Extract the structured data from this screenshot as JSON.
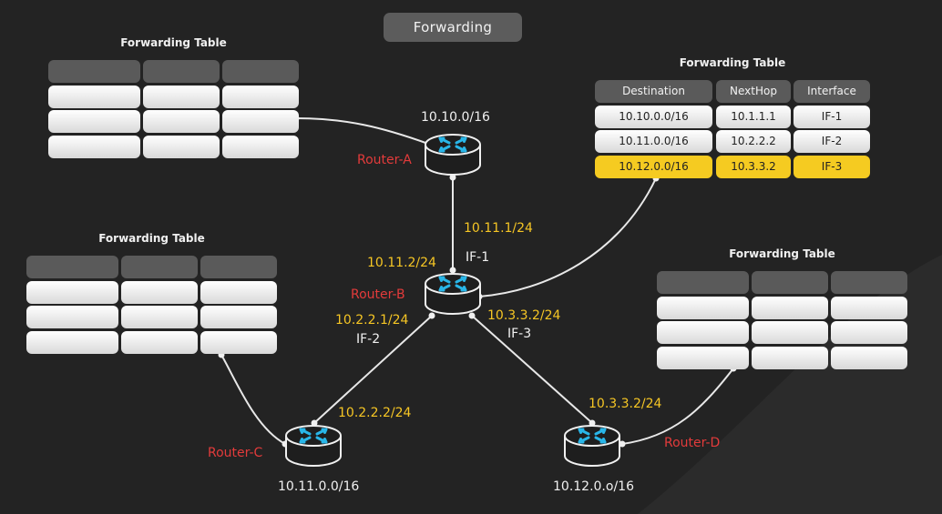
{
  "title": "Forwarding",
  "colors": {
    "accent": "#f6c624",
    "router_name": "#e33b3b",
    "icon": "#29b6e8"
  },
  "tables": {
    "a": {
      "title": "Forwarding Table"
    },
    "b": {
      "title": "Forwarding Table",
      "headers": [
        "Destination",
        "NextHop",
        "Interface"
      ],
      "rows": [
        [
          "10.10.0.0/16",
          "10.1.1.1",
          "IF-1"
        ],
        [
          "10.11.0.0/16",
          "10.2.2.2",
          "IF-2"
        ],
        [
          "10.12.0.0/16",
          "10.3.3.2",
          "IF-3"
        ]
      ],
      "highlighted_row": 3
    },
    "c": {
      "title": "Forwarding Table"
    },
    "d": {
      "title": "Forwarding Table"
    }
  },
  "routers": {
    "a": {
      "name": "Router-A",
      "network": "10.10.0/16"
    },
    "b": {
      "name": "Router-B",
      "if1_addr": "10.11.2/24",
      "if1_name": "IF-1",
      "if2_addr": "10.2.2.1/24",
      "if2_name": "IF-2",
      "if3_addr": "10.3.3.2/24",
      "if3_name": "IF-3"
    },
    "c": {
      "name": "Router-C",
      "network": "10.11.0.0/16",
      "addr": "10.2.2.2/24"
    },
    "d": {
      "name": "Router-D",
      "network": "10.12.0.o/16",
      "addr": "10.3.3.2/24"
    }
  },
  "links": {
    "ab_addr": "10.11.1/24"
  }
}
